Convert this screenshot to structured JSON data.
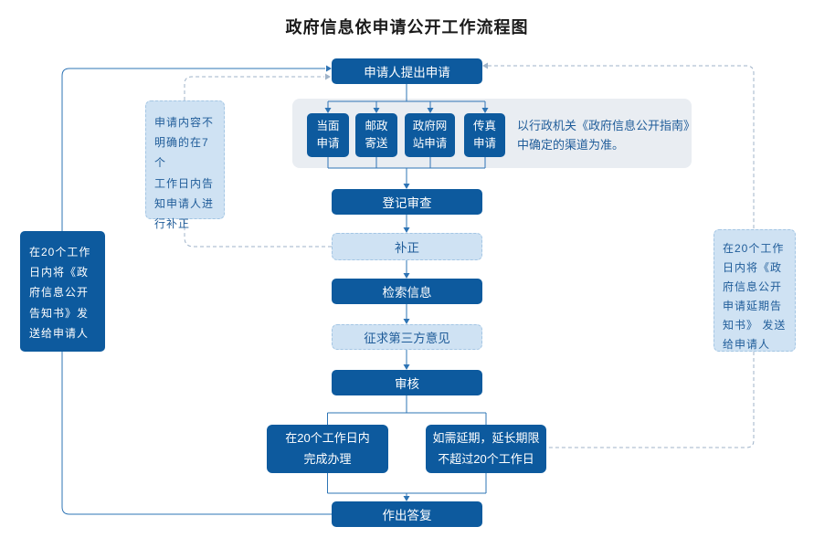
{
  "title": "政府信息依申请公开工作流程图",
  "theme": {
    "dark_blue": "#0d5a9e",
    "light_fill": "#cfe2f3",
    "light_border": "#a4c6e4",
    "panel_gray": "#e9edf2",
    "line_blue": "#2e74b5",
    "dash_blue": "#9fb3c9",
    "text_blue": "#1f5c99",
    "title_color": "#1a1a1a"
  },
  "nodes": {
    "apply": "申请人提出申请",
    "channels": [
      "当面\n申请",
      "邮政\n寄送",
      "政府网\n站申请",
      "传真\n申请"
    ],
    "channel_note": "以行政机关《政府信息公开指南》\n中确定的渠道为准。",
    "register": "登记审查",
    "correction": "补正",
    "retrieve": "检索信息",
    "third_party": "征求第三方意见",
    "review": "审核",
    "complete_in_time": "在20个工作日内\n完成办理",
    "extension": "如需延期，延长期限\n不超过20个工作日",
    "reply": "作出答复",
    "left_correction_note": "申请内容不\n明确的在7个\n工作日内告\n知申请人进\n行补正",
    "left_delivery": "在20个工作\n日内将《政\n府信息公开\n告知书》发\n送给申请人",
    "right_extension_note": "在20个工作\n日内将《政\n府信息公开\n申请延期告\n知书》 发送\n给申请人"
  }
}
